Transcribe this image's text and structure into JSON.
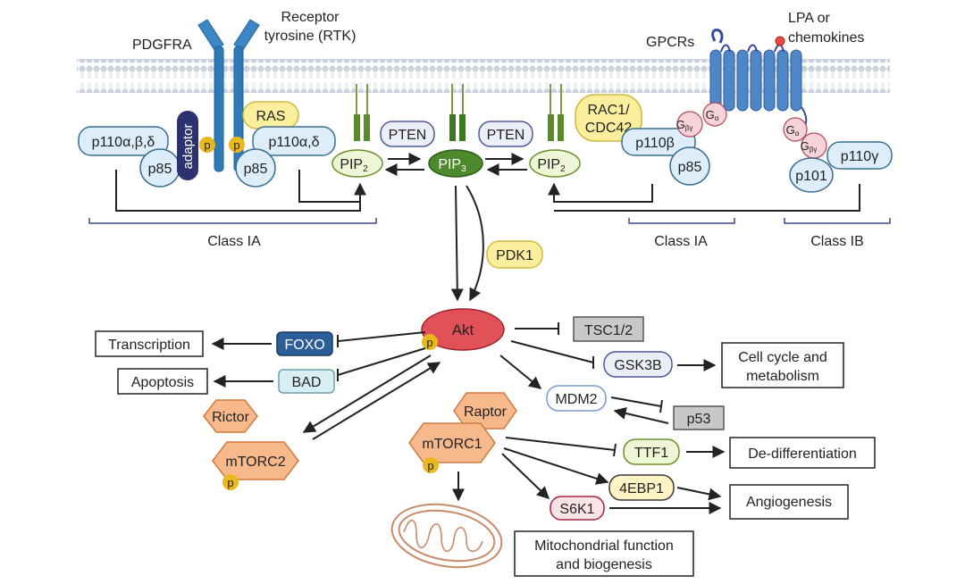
{
  "membrane_labels": {
    "pdgfra": "PDGFRA",
    "rtk": [
      "Receptor",
      "tyrosine (RTK)"
    ],
    "gpcrs": "GPCRs",
    "lpa": [
      "LPA or",
      "chemokines"
    ]
  },
  "proteins": {
    "p110abd": "p110α,β,δ",
    "p85_left": "p85",
    "adaptor": "adaptor",
    "p_mark": "p",
    "ras": "RAS",
    "p110ad": "p110α,δ",
    "p85_mid": "p85",
    "pten_1": "PTEN",
    "pten_2": "PTEN",
    "pip2_left": "PIP",
    "pip2_right": "PIP",
    "pip3": "PIP",
    "sub_2": "2",
    "sub_3": "3",
    "rac1": "RAC1/",
    "cdc42": "CDC42",
    "p110b": "p110β",
    "p85_right": "p85",
    "g_by": "G",
    "g_by_sub": "βγ",
    "g_a": "G",
    "g_a_sub": "α",
    "p110g": "p110γ",
    "p101": "p101",
    "pdk1": "PDK1",
    "akt": "Akt",
    "foxo": "FOXO",
    "bad": "BAD",
    "tsc": "TSC1/2",
    "gsk3b": "GSK3B",
    "mdm2": "MDM2",
    "p53": "p53",
    "rictor": "Rictor",
    "mtorc2": "mTORC2",
    "raptor": "Raptor",
    "mtorc1": "mTORC1",
    "ttf1": "TTF1",
    "s6k1": "S6K1",
    "ebp1": "4EBP1"
  },
  "class_labels": {
    "class_ia_left": "Class IA",
    "class_ia_right": "Class IA",
    "class_ib": "Class IB"
  },
  "outcomes": {
    "transcription": "Transcription",
    "apoptosis": "Apoptosis",
    "cell_cycle": [
      "Cell cycle and",
      "metabolism"
    ],
    "dediff": "De-differentiation",
    "angiogenesis": "Angiogenesis",
    "mito": [
      "Mitochondrial function",
      "and biogenesis"
    ]
  }
}
